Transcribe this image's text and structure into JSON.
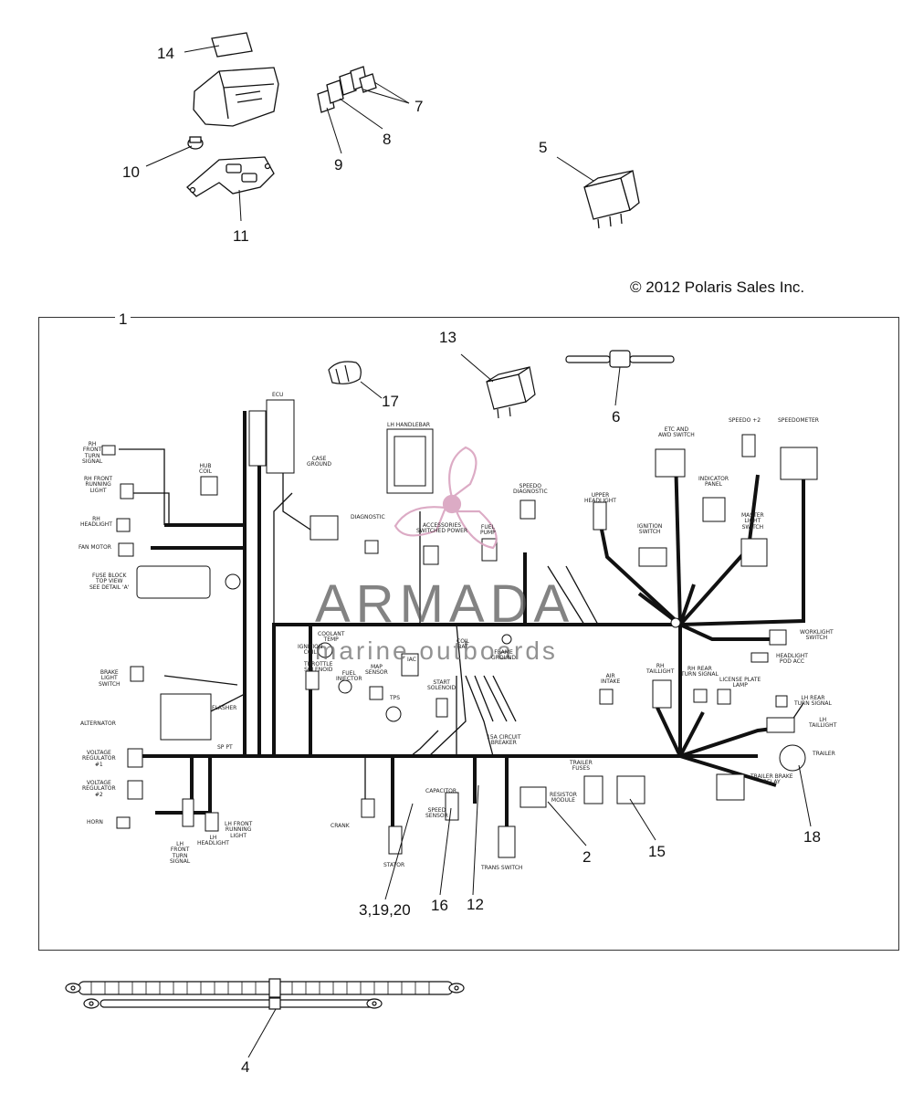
{
  "copyright": "© 2012 Polaris Sales Inc.",
  "watermark": {
    "brand": "ARMADA",
    "tagline": "marine outboards",
    "accent_color": "#d9a3bf"
  },
  "callouts": [
    "14",
    "10",
    "11",
    "9",
    "8",
    "7",
    "5",
    "1",
    "13",
    "17",
    "6",
    "3,19,20",
    "16",
    "12",
    "2",
    "15",
    "18",
    "4"
  ],
  "labels": {
    "ecu": "ECU",
    "lh_handlebar": "LH HANDLEBAR",
    "case_ground": "CASE\nGROUND",
    "hub_coil": "HUB\nCOIL",
    "diagnostic": "DIAGNOSTIC",
    "speedo_diag": "SPEEDO\nDIAGNOSTIC",
    "accessories": "ACCESSORIES\nSWITCHED POWER",
    "fuel_pump": "FUEL\nPUMP",
    "upper_headlight": "UPPER\nHEADLIGHT",
    "etc_awd": "ETC AND\nAWD SWITCH",
    "ignition_switch": "IGNITION\nSWITCH",
    "indicator_panel": "INDICATOR\nPANEL",
    "speedo2": "SPEEDO +2",
    "speedometer": "SPEEDOMETER",
    "master_light": "MASTER\nLIGHT\nSWITCH",
    "rh_front_turn": "RH\nFRONT\nTURN\nSIGNAL",
    "rh_front_running": "RH FRONT\nRUNNING\nLIGHT",
    "rh_headlight": "RH\nHEADLIGHT",
    "fan_motor": "FAN MOTOR",
    "fuse_block": "FUSE BLOCK\nTOP VIEW\nSEE DETAIL 'A'",
    "brake_light": "BRAKE\nLIGHT\nSWITCH",
    "flasher": "FLASHER",
    "alternator": "ALTERNATOR",
    "voltage_reg": "VOLTAGE\nREGULATOR\n#1",
    "voltage_reg2": "VOLTAGE\nREGULATOR\n#2",
    "horn": "HORN",
    "lh_front_turn": "LH\nFRONT\nTURN\nSIGNAL",
    "lh_headlight": "LH\nHEADLIGHT",
    "lh_front_running": "LH FRONT\nRUNNING\nLIGHT",
    "coolant_temp": "COOLANT\nTEMP",
    "ignition_coil": "IGNITION\nCOIL",
    "throttle_solenoid": "THROTTLE\nSOLENOID",
    "fuel_injector": "FUEL\nINJECTOR",
    "map_sensor": "MAP\nSENSOR",
    "iac": "IAC",
    "tps": "TPS",
    "start_solenoid": "START\nSOLENOID",
    "frame_ground": "FRAME\nGROUND",
    "coil_bat": "COIL\nBAT",
    "crank": "CRANK",
    "stator": "STATOR",
    "speed_sensor": "SPEED\nSENSOR",
    "capacitor": "CAPACITOR",
    "circuit_breaker": "15A CIRCUIT\nBREAKER",
    "resistor_module": "RESISTOR\nMODULE",
    "trans_switch": "TRANS SWITCH",
    "trailer_fuses": "TRAILER\nFUSES",
    "air_intake": "AIR\nINTAKE",
    "rh_taillight": "RH\nTAILLIGHT",
    "rh_rear_turn": "RH REAR\nTURN SIGNAL",
    "license_plate": "LICENSE PLATE\nLAMP",
    "lh_rear_turn": "LH REAR\nTURN SIGNAL",
    "lh_taillight": "LH\nTAILLIGHT",
    "trailer": "TRAILER",
    "trailer_brake": "TRAILER BRAKE\nRELAY",
    "worklight": "WORKLIGHT\nSWITCH",
    "headlight_pod": "HEADLIGHT\nPOD ACC",
    "sp_pt": "SP PT"
  }
}
